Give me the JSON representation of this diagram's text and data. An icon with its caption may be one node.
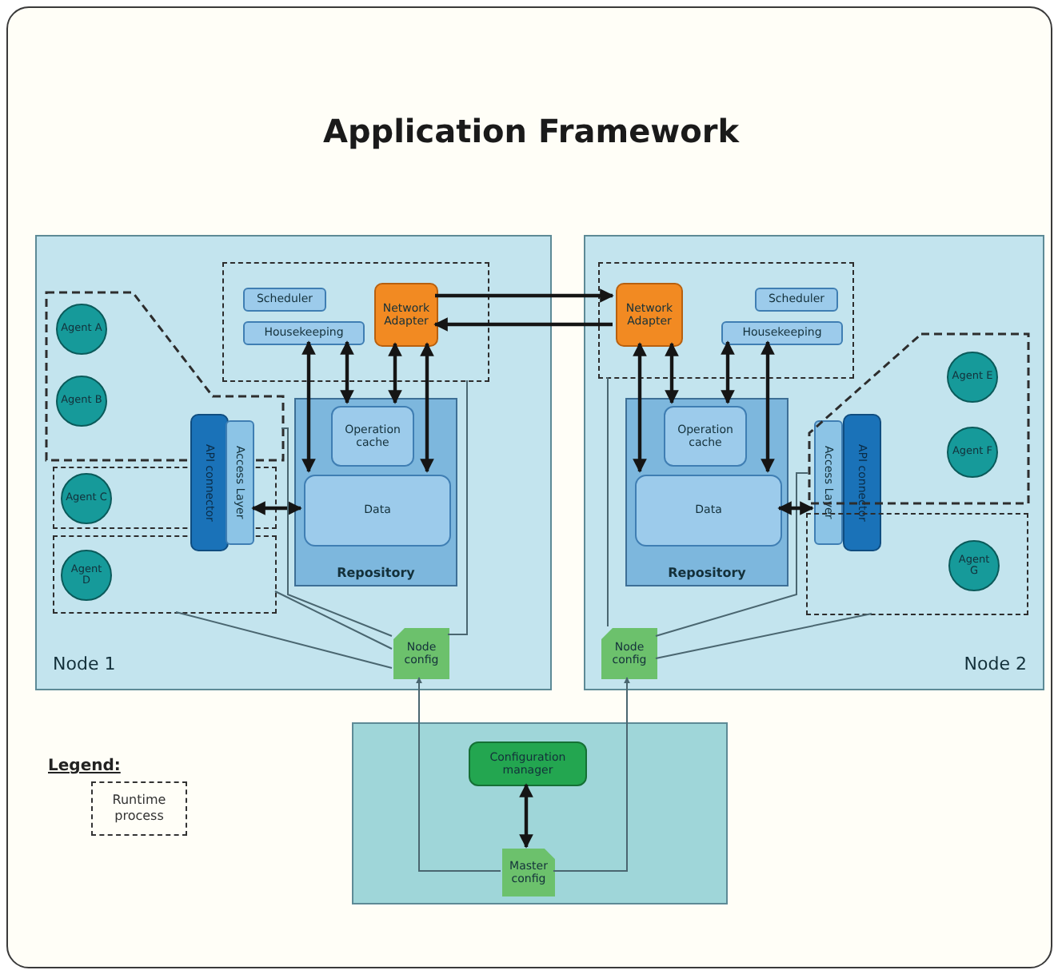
{
  "diagram": {
    "title": "Application Framework",
    "nodes": [
      {
        "text": [
          "Node 1"
        ]
      },
      {
        "text": [],
        "shape": "box",
        "in": 0
      },
      {
        "text": [
          "Scheduler"
        ],
        "in": 1
      },
      {
        "text": [
          "Housekeeping"
        ],
        "in": 1
      },
      {
        "text": [
          "Network Adapter"
        ],
        "in": 1
      },
      {
        "text": [
          "Node 2"
        ]
      },
      {
        "text": [],
        "shape": "box",
        "in": 5
      },
      {
        "text": [
          "Network Adapter"
        ],
        "in": 6
      },
      {
        "text": [
          "Scheduler"
        ],
        "in": 6
      },
      {
        "text": [
          "Housekeeping"
        ],
        "in": 6
      },
      {
        "text": [],
        "shape": "box",
        "in": 0
      },
      {
        "text": [
          "Agent A"
        ],
        "in": 10
      },
      {
        "text": [
          "Agent B"
        ],
        "in": 10
      },
      {
        "text": [],
        "shape": "box",
        "in": 0
      },
      {
        "text": [
          "Agent C"
        ],
        "in": 13
      },
      {
        "text": [],
        "shape": "box",
        "in": 0
      },
      {
        "text": [
          "Agent D"
        ],
        "in": 15
      },
      {
        "text": [
          "API connector"
        ],
        "in": 0
      },
      {
        "text": [
          "Access Layer"
        ],
        "in": 0
      },
      {
        "text": [
          "Repository"
        ],
        "in": 0
      },
      {
        "text": [
          "Operation cache"
        ],
        "in": 19
      },
      {
        "text": [
          "Data"
        ],
        "in": 19
      },
      {
        "text": [
          "Node config"
        ],
        "in": 0
      },
      {
        "text": [
          "Repository"
        ],
        "in": 5
      },
      {
        "text": [
          "Operation cache"
        ],
        "in": 23
      },
      {
        "text": [
          "Data"
        ],
        "in": 23
      },
      {
        "text": [
          "Access Layer"
        ],
        "in": 5
      },
      {
        "text": [
          "API connector"
        ],
        "in": 5
      },
      {
        "text": [],
        "shape": "box",
        "in": 5
      },
      {
        "text": [
          "Agent E"
        ],
        "in": 28
      },
      {
        "text": [
          "Agent F"
        ],
        "in": 28
      },
      {
        "text": [],
        "shape": "box",
        "in": 5
      },
      {
        "text": [
          "Agent G"
        ],
        "in": 31
      },
      {
        "text": [
          "Node config"
        ],
        "in": 5
      },
      {
        "text": [],
        "shape": "box"
      },
      {
        "text": [
          "Configuration manager"
        ],
        "in": 34
      },
      {
        "text": [
          "Master config"
        ],
        "in": 34
      }
    ],
    "edges": [
      {
        "from": 4,
        "to": 7,
        "arrow": "to"
      },
      {
        "from": 7,
        "to": 4,
        "arrow": "to"
      },
      {
        "from": 3,
        "to": 21,
        "arrow": "both"
      },
      {
        "from": 3,
        "to": 20,
        "arrow": "both"
      },
      {
        "from": 4,
        "to": 20,
        "arrow": "both"
      },
      {
        "from": 4,
        "to": 21,
        "arrow": "both"
      },
      {
        "from": 18,
        "to": 21,
        "arrow": "both"
      },
      {
        "from": 22,
        "to": 1,
        "arrow": "none",
        "color": "#4a6670"
      },
      {
        "from": 22,
        "to": 10,
        "arrow": "none",
        "color": "#4a6670"
      },
      {
        "from": 22,
        "to": 15,
        "arrow": "none",
        "color": "#4a6670"
      },
      {
        "from": 22,
        "to": 15,
        "arrow": "none",
        "color": "#4a6670"
      },
      {
        "from": 33,
        "to": 6,
        "arrow": "none",
        "color": "#4a6670"
      },
      {
        "from": 33,
        "to": 28,
        "arrow": "none",
        "color": "#4a6670"
      },
      {
        "from": 33,
        "to": 31,
        "arrow": "none",
        "color": "#4a6670"
      },
      {
        "from": 7,
        "to": 25,
        "arrow": "both"
      },
      {
        "from": 7,
        "to": 24,
        "arrow": "both"
      },
      {
        "from": 9,
        "to": 24,
        "arrow": "both"
      },
      {
        "from": 9,
        "to": 25,
        "arrow": "both"
      },
      {
        "from": 26,
        "to": 25,
        "arrow": "both"
      },
      {
        "from": 36,
        "to": 22,
        "arrow": "to",
        "color": "#4a6670"
      },
      {
        "from": 36,
        "to": 33,
        "arrow": "to",
        "color": "#4a6670"
      },
      {
        "from": 35,
        "to": 36,
        "arrow": "both"
      }
    ],
    "labels": [
      "Legend:"
    ],
    "legend": [
      {
        "text": "Runtime process"
      }
    ]
  }
}
